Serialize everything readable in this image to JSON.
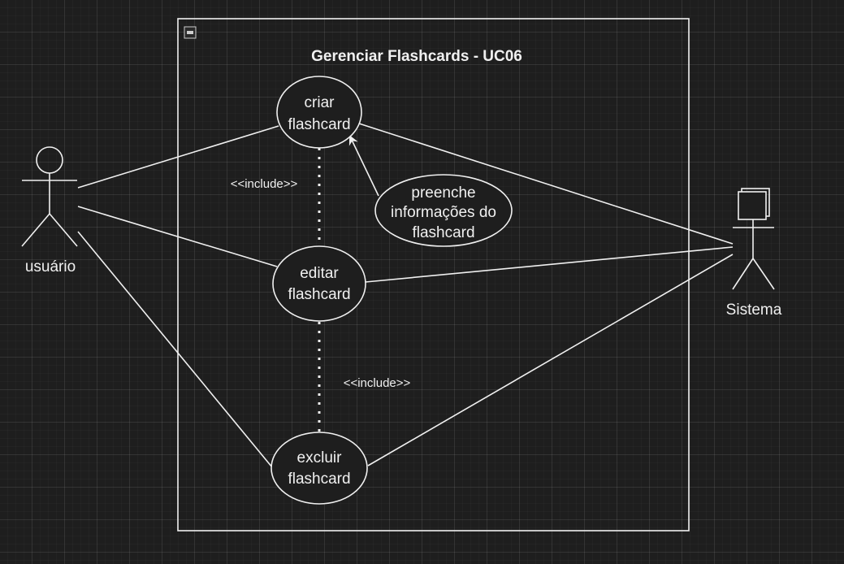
{
  "boundary": {
    "title": "Gerenciar Flashcards - UC06"
  },
  "actors": {
    "user": {
      "label": "usuário"
    },
    "system": {
      "label": "Sistema"
    }
  },
  "use_cases": {
    "create": {
      "line1": "criar",
      "line2": "flashcard"
    },
    "edit": {
      "line1": "editar",
      "line2": "flashcard"
    },
    "delete": {
      "line1": "excluir",
      "line2": "flashcard"
    },
    "fill_info": {
      "line1": "preenche",
      "line2": "informações do",
      "line3": "flashcard"
    }
  },
  "relations": {
    "include_1": "<<include>>",
    "include_2": "<<include>>"
  },
  "colors": {
    "background": "#1e1e1e",
    "stroke": "#f0f0f0"
  }
}
